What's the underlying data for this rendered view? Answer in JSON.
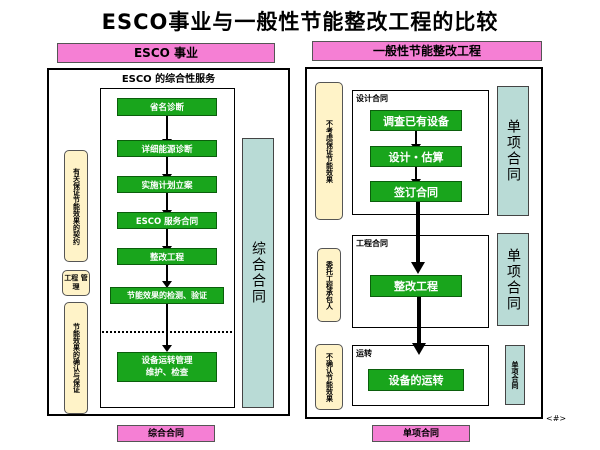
{
  "title": "ESCO事业与一般性节能整改工程的比较",
  "left": {
    "header": "ESCO 事业",
    "subtitle": "ESCO 的综合性服务",
    "steps": [
      "省名诊断",
      "详细能源诊断",
      "实施计划立案",
      "ESCO 服务合同",
      "整改工程",
      "节能效果的检测、验证",
      "设备运转管理\n维护、检查"
    ],
    "side_notes": [
      "有关保证节能效果的契约",
      "工程 管理",
      "节能效果的确认与保证"
    ],
    "contract_label": "综合合同",
    "footer": "综合合同"
  },
  "right": {
    "header": "一般性节能整改工程",
    "side_notes": [
      "不考虑保证节能效果",
      "委托工程承包人",
      "不确认节能效果"
    ],
    "sections": [
      {
        "label": "设计合同",
        "steps": [
          "调查已有设备",
          "设计・估算",
          "签订合同"
        ],
        "contract": "单项合同"
      },
      {
        "label": "工程合同",
        "steps": [
          "整改工程"
        ],
        "contract": "单项合同"
      },
      {
        "label": "运转",
        "steps": [
          "设备的运转"
        ],
        "contract": "单项合同"
      }
    ],
    "footer": "单项合同"
  },
  "page_number": "<#>"
}
